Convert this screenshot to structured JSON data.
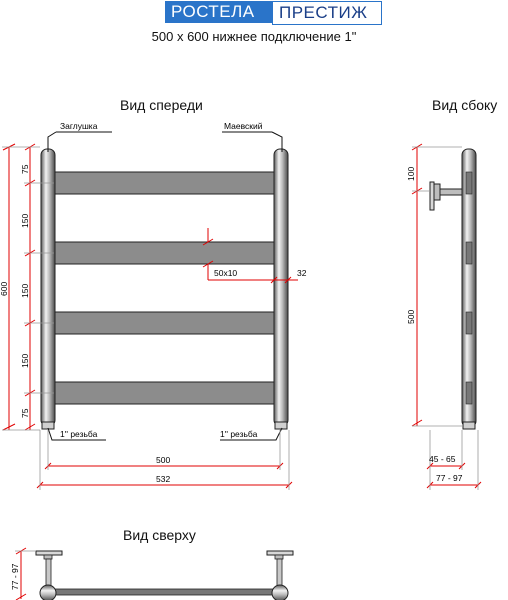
{
  "brand": {
    "left": "РОСТЕЛА",
    "right": "ПРЕСТИЖ",
    "accent": "#2a74c9"
  },
  "subtitle": "500 х 600 нижнее подключение 1\"",
  "views": {
    "front": "Вид спереди",
    "side": "Вид сбоку",
    "top": "Вид сверху"
  },
  "labels": {
    "plug": "Заглушка",
    "valve": "Маевский",
    "thread_left": "1'' резьба",
    "thread_right": "1'' резьба",
    "bar_section": "50x10",
    "bar_offset": "32"
  },
  "front_dims": {
    "total_height": "600",
    "segments": [
      "75",
      "150",
      "150",
      "150",
      "75"
    ],
    "width_axis": "500",
    "width_total": "532"
  },
  "side_dims": {
    "top_offset": "100",
    "mount_height": "500",
    "depth_small": "45 - 65",
    "depth_large": "77 - 97"
  },
  "top_dims": {
    "depth": "77 - 97"
  }
}
